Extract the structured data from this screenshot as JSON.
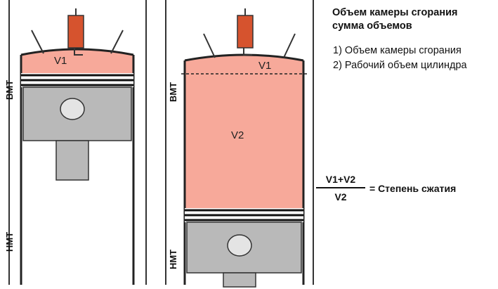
{
  "title": {
    "line1": "Объем камеры сгорания",
    "line2": "сумма объемов"
  },
  "items": [
    "1) Объем камеры сгорания",
    "2) Рабочий объем цилиндра"
  ],
  "formula": {
    "numerator": "V1+V2",
    "denominator": "V2",
    "result": "= Степень сжатия"
  },
  "left_diagram": {
    "volume_label": "V1",
    "top_marker": "ВМТ",
    "bottom_marker": "НМТ"
  },
  "right_diagram": {
    "volume_label_top": "V1",
    "volume_label_main": "V2",
    "top_marker": "ВМТ",
    "bottom_marker": "НМТ"
  },
  "colors": {
    "chamber": "#f7a99a",
    "piston": "#b9b9b9",
    "spark_plug": "#d6532e",
    "wall": "#222222"
  }
}
